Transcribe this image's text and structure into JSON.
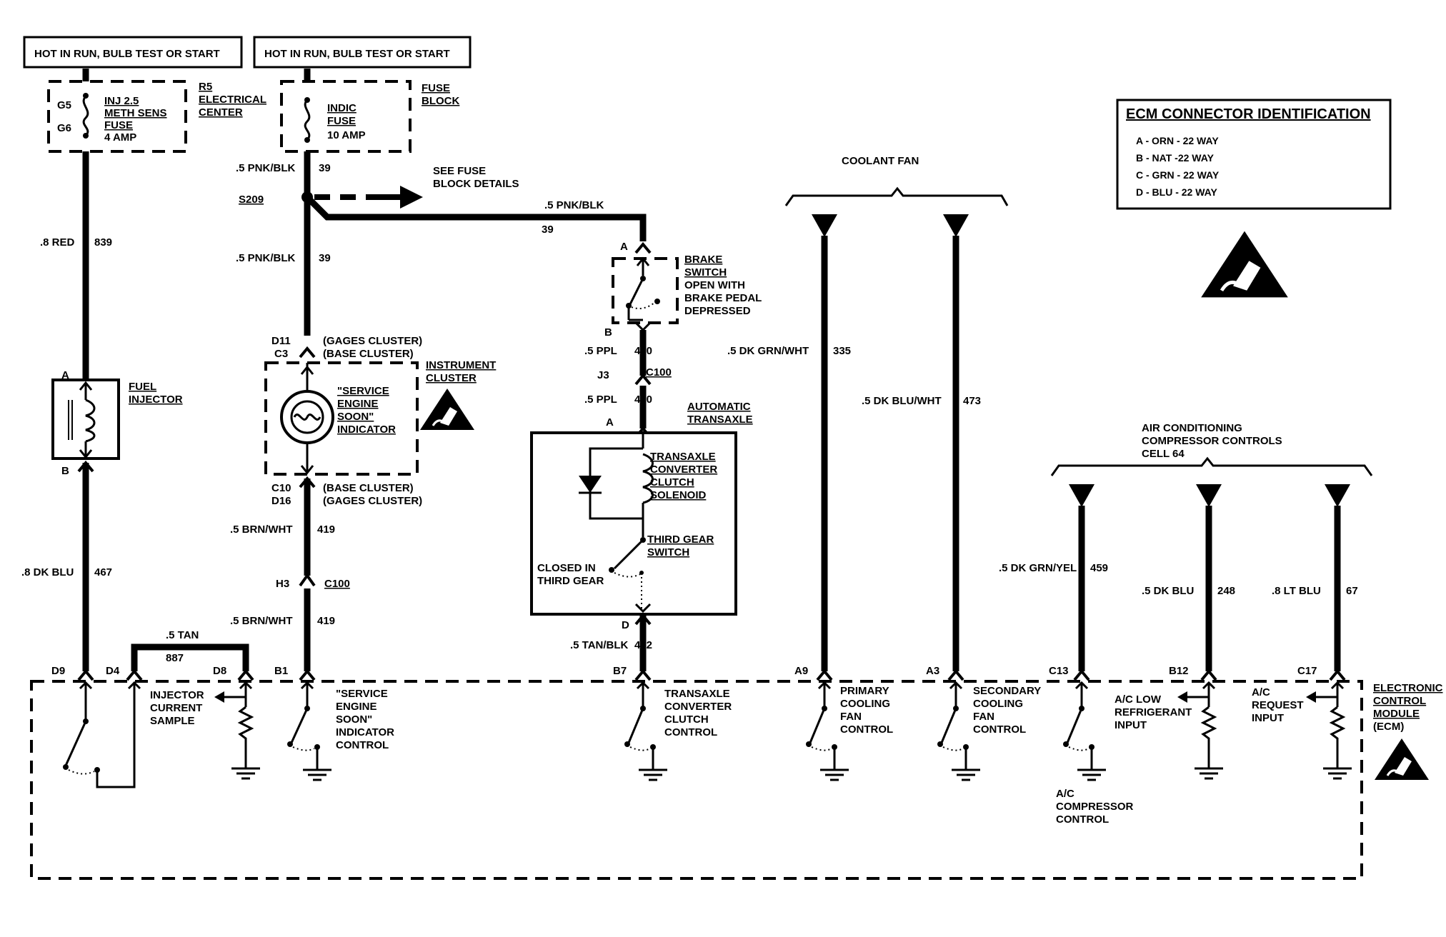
{
  "power": {
    "left_header": "HOT IN RUN, BULB TEST OR START",
    "right_header": "HOT IN RUN, BULB TEST OR START"
  },
  "r5_fuse": {
    "pin_top": "G5",
    "pin_bottom": "G6",
    "name_line1": "INJ 2.5",
    "name_line2": "METH SENS",
    "name_line3": "FUSE",
    "rating": "4 AMP",
    "location_line1": "R5",
    "location_line2": "ELECTRICAL",
    "location_line3": "CENTER"
  },
  "indic_fuse": {
    "name_line1": "INDIC",
    "name_line2": "FUSE",
    "rating": "10 AMP",
    "location_line1": "FUSE",
    "location_line2": "BLOCK"
  },
  "splice": {
    "id": "S209",
    "note_line1": "SEE FUSE",
    "note_line2": "BLOCK DETAILS"
  },
  "wires": {
    "w839_color": ".8 RED",
    "w839_circuit": "839",
    "w467_color": ".8 DK BLU",
    "w467_circuit": "467",
    "w887_color": ".5 TAN",
    "w887_circuit": "887",
    "w39a_color": ".5 PNK/BLK",
    "w39a_circuit": "39",
    "w39b_color": ".5 PNK/BLK",
    "w39b_circuit": "39",
    "w39c_color": ".5 PNK/BLK",
    "w39c_circuit": "39",
    "w419a_color": ".5 BRN/WHT",
    "w419a_circuit": "419",
    "w419b_color": ".5 BRN/WHT",
    "w419b_circuit": "419",
    "w420a_color": ".5 PPL",
    "w420a_circuit": "420",
    "w420b_color": ".5 PPL",
    "w420b_circuit": "420",
    "w422_color": ".5 TAN/BLK",
    "w422_circuit": "422",
    "w335_color": ".5 DK GRN/WHT",
    "w335_circuit": "335",
    "w473_color": ".5 DK BLU/WHT",
    "w473_circuit": "473",
    "w459_color": ".5 DK GRN/YEL",
    "w459_circuit": "459",
    "w248_color": ".5 DK BLU",
    "w248_circuit": "248",
    "w67_color": ".8 LT BLU",
    "w67_circuit": "67"
  },
  "fuel_injector": {
    "pin_a": "A",
    "pin_b": "B",
    "label_line1": "FUEL",
    "label_line2": "INJECTOR"
  },
  "cluster": {
    "pin_top_1": "D11",
    "pin_top_2": "C3",
    "top_note_1": "(GAGES CLUSTER)",
    "top_note_2": "(BASE CLUSTER)",
    "pin_bottom_1": "C10",
    "pin_bottom_2": "D16",
    "bottom_note_1": "(BASE CLUSTER)",
    "bottom_note_2": "(GAGES CLUSTER)",
    "indicator_line1": "\"SERVICE",
    "indicator_line2": "ENGINE",
    "indicator_line3": "SOON\"",
    "indicator_line4": "INDICATOR",
    "label_line1": "INSTRUMENT",
    "label_line2": "CLUSTER"
  },
  "c100_left": {
    "pin": "H3",
    "label": "C100"
  },
  "brake_switch": {
    "pin_a": "A",
    "pin_b": "B",
    "label_line1": "BRAKE",
    "label_line2": "SWITCH",
    "note_line1": "OPEN WITH",
    "note_line2": "BRAKE PEDAL",
    "note_line3": "DEPRESSED"
  },
  "c100_mid": {
    "pin": "J3",
    "label": "C100"
  },
  "transaxle": {
    "pin_a": "A",
    "pin_d": "D",
    "label_line1": "AUTOMATIC",
    "label_line2": "TRANSAXLE",
    "solenoid_line1": "TRANSAXLE",
    "solenoid_line2": "CONVERTER",
    "solenoid_line3": "CLUTCH",
    "solenoid_line4": "SOLENOID",
    "switch_line1": "THIRD GEAR",
    "switch_line2": "SWITCH",
    "closed_line1": "CLOSED IN",
    "closed_line2": "THIRD GEAR"
  },
  "coolant_fan": {
    "label": "COOLANT FAN"
  },
  "ac_controls": {
    "line1": "AIR CONDITIONING",
    "line2": "COMPRESSOR CONTROLS",
    "line3": "CELL 64"
  },
  "ecm_legend": {
    "title": "ECM CONNECTOR IDENTIFICATION",
    "row_a": "A - ORN - 22 WAY",
    "row_b": "B - NAT -22 WAY",
    "row_c": "C - GRN - 22 WAY",
    "row_d": "D - BLU - 22 WAY"
  },
  "ecm": {
    "label_line1": "ELECTRONIC",
    "label_line2": "CONTROL",
    "label_line3": "MODULE",
    "label_line4": "(ECM)",
    "pins": {
      "d9": "D9",
      "d4": "D4",
      "d8": "D8",
      "b1": "B1",
      "b7": "B7",
      "a9": "A9",
      "a3": "A3",
      "c13": "C13",
      "b12": "B12",
      "c17": "C17"
    },
    "injector_line1": "INJECTOR",
    "injector_line2": "CURRENT",
    "injector_line3": "SAMPLE",
    "ses_line1": "\"SERVICE",
    "ses_line2": "ENGINE",
    "ses_line3": "SOON\"",
    "ses_line4": "INDICATOR",
    "ses_line5": "CONTROL",
    "tcc_line1": "TRANSAXLE",
    "tcc_line2": "CONVERTER",
    "tcc_line3": "CLUTCH",
    "tcc_line4": "CONTROL",
    "pri_line1": "PRIMARY",
    "pri_line2": "COOLING",
    "pri_line3": "FAN",
    "pri_line4": "CONTROL",
    "sec_line1": "SECONDARY",
    "sec_line2": "COOLING",
    "sec_line3": "FAN",
    "sec_line4": "CONTROL",
    "aclow_line1": "A/C LOW",
    "aclow_line2": "REFRIGERANT",
    "aclow_line3": "INPUT",
    "acreq_line1": "A/C",
    "acreq_line2": "REQUEST",
    "acreq_line3": "INPUT",
    "accomp_line1": "A/C",
    "accomp_line2": "COMPRESSOR",
    "accomp_line3": "CONTROL"
  }
}
